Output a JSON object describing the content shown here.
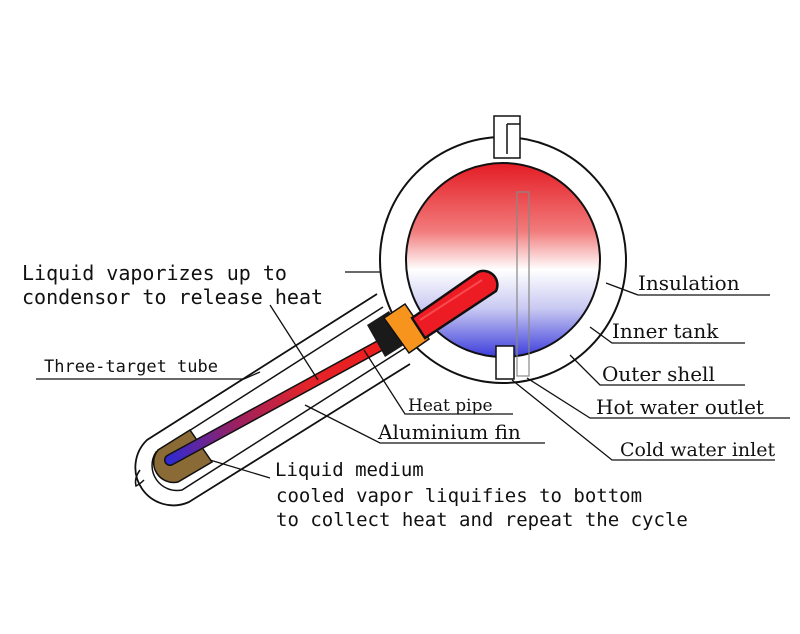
{
  "labels": {
    "liquid_vaporizes_1": "Liquid vaporizes up to",
    "liquid_vaporizes_2": "condensor to release heat",
    "insulation": "Insulation",
    "inner_tank": "Inner tank",
    "outer_shell": "Outer shell",
    "hot_water_outlet": "Hot water outlet",
    "cold_water_inlet": "Cold water inlet",
    "three_target_tube": "Three-target tube",
    "heat_pipe": "Heat pipe",
    "aluminium_fin": "Aluminium fin",
    "liquid_medium": "Liquid medium",
    "cooled_vapor_1": "cooled vapor liquifies to bottom",
    "cooled_vapor_2": "to collect heat and repeat the cycle"
  },
  "colors": {
    "hot": "#e8252a",
    "cold": "#3a3ad8",
    "connector": "#f7941d",
    "liquid_bulb": "#8a6a35",
    "seal": "#1a1a1a"
  }
}
